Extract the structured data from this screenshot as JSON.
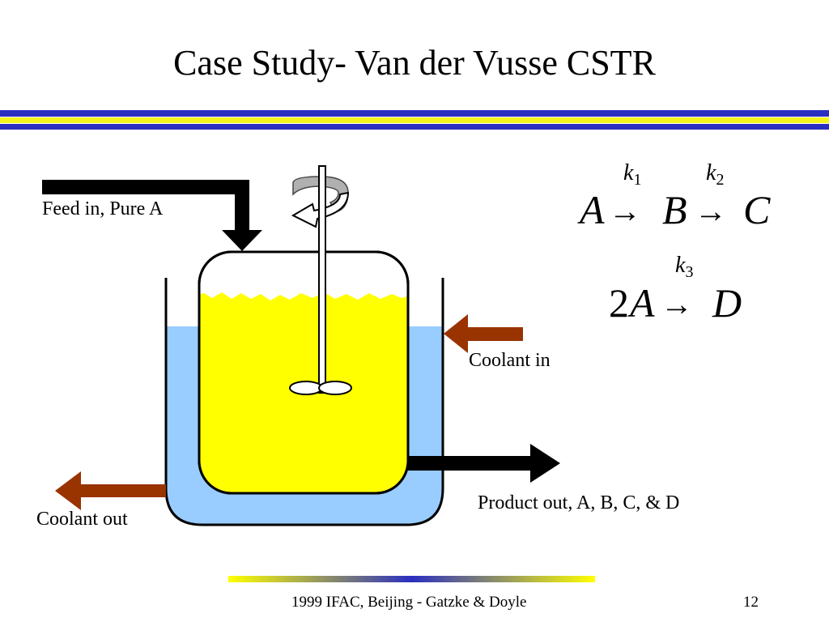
{
  "slide": {
    "title": "Case Study- Van der Vusse CSTR",
    "colors": {
      "stripe_blue": "#2b2fc0",
      "stripe_yellow": "#f5f51e",
      "reactor_fill": "#ffff00",
      "jacket_fill": "#99ccff",
      "coolant_arrow": "#993300",
      "feed_arrow": "#000000"
    }
  },
  "diagram": {
    "labels": {
      "feed": "Feed in, Pure A",
      "coolant_in": "Coolant in",
      "coolant_out": "Coolant out",
      "product_out": "Product out, A, B, C, & D"
    }
  },
  "reactions": {
    "r1": {
      "reactant": "A",
      "intermediate": "B",
      "product": "C",
      "k_a": "k",
      "k_a_sub": "1",
      "k_b": "k",
      "k_b_sub": "2"
    },
    "r2": {
      "coefficient": "2",
      "reactant": "A",
      "product": "D",
      "k": "k",
      "k_sub": "3"
    },
    "arrow_glyph": "→"
  },
  "footer": {
    "citation": "1999 IFAC, Beijing - Gatzke & Doyle",
    "page_number": "12"
  }
}
